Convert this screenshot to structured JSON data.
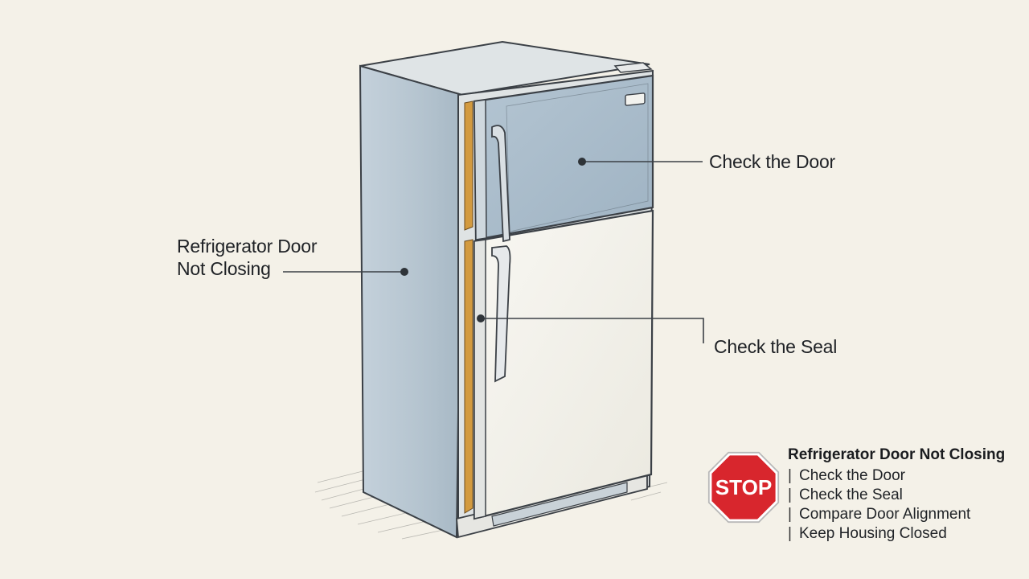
{
  "labels": {
    "main": [
      "Refrigerator Door",
      "Not Closing"
    ],
    "door": "Check the Door",
    "seal": "Check the Seal"
  },
  "legend": {
    "stop_text": "STOP",
    "title": "Refrigerator Door Not Closing",
    "items": [
      "Check the Door",
      "Check the Seal",
      "Compare Door Alignment",
      "Keep Housing Closed"
    ]
  },
  "colors": {
    "background": "#f4f1e8",
    "side_panel": "#b9c8d4",
    "freezer_door": "#a9bccb",
    "fridge_door": "#f6f5ef",
    "gasket": "#d39a3f",
    "outline": "#3b4046",
    "stop_red": "#d8262d"
  }
}
